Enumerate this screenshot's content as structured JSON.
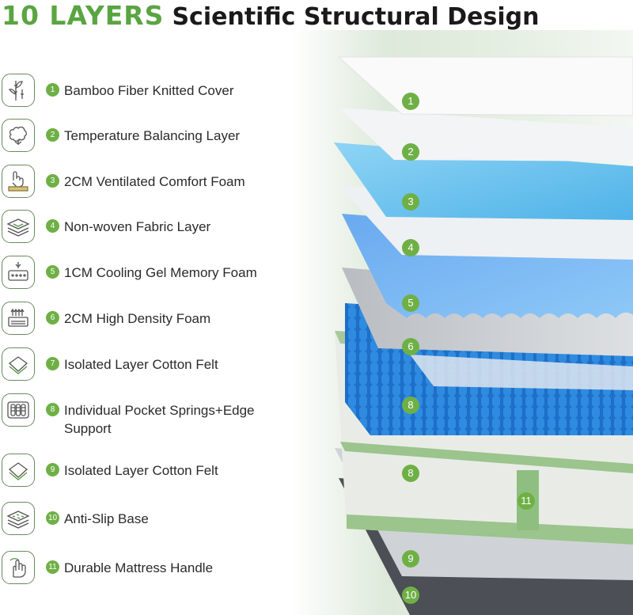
{
  "title": {
    "highlight": "10 LAYERS",
    "rest": "Scientific Structural Design"
  },
  "colors": {
    "accent": "#6fb046",
    "title_green": "#5aa542",
    "spring_blue": "#1f7fd6"
  },
  "layers": [
    {
      "num": "1",
      "label": "Bamboo Fiber Knitted Cover",
      "icon": "bamboo-icon"
    },
    {
      "num": "2",
      "label": "Temperature Balancing Layer",
      "icon": "cotton-icon"
    },
    {
      "num": "3",
      "label": "2CM Ventilated Comfort Foam",
      "icon": "hand-press-foam-icon"
    },
    {
      "num": "4",
      "label": "Non-woven Fabric Layer",
      "icon": "fabric-layers-icon"
    },
    {
      "num": "5",
      "label": "1CM Cooling Gel Memory Foam",
      "icon": "gel-foam-icon"
    },
    {
      "num": "6",
      "label": "2CM High Density Foam",
      "icon": "density-foam-icon"
    },
    {
      "num": "7",
      "label": "Isolated Layer Cotton Felt",
      "icon": "felt-sheet-icon"
    },
    {
      "num": "8",
      "label": "Individual Pocket Springs+Edge Support",
      "icon": "pocket-springs-icon"
    },
    {
      "num": "9",
      "label": "Isolated Layer Cotton Felt",
      "icon": "felt-sheet-icon"
    },
    {
      "num": "10",
      "label": "Anti-Slip Base",
      "icon": "anti-slip-base-icon"
    },
    {
      "num": "11",
      "label": "Durable Mattress Handle",
      "icon": "handle-hand-icon"
    }
  ],
  "scene_labels": [
    "1",
    "2",
    "3",
    "4",
    "5",
    "6",
    "8",
    "8",
    "11",
    "9",
    "10"
  ]
}
